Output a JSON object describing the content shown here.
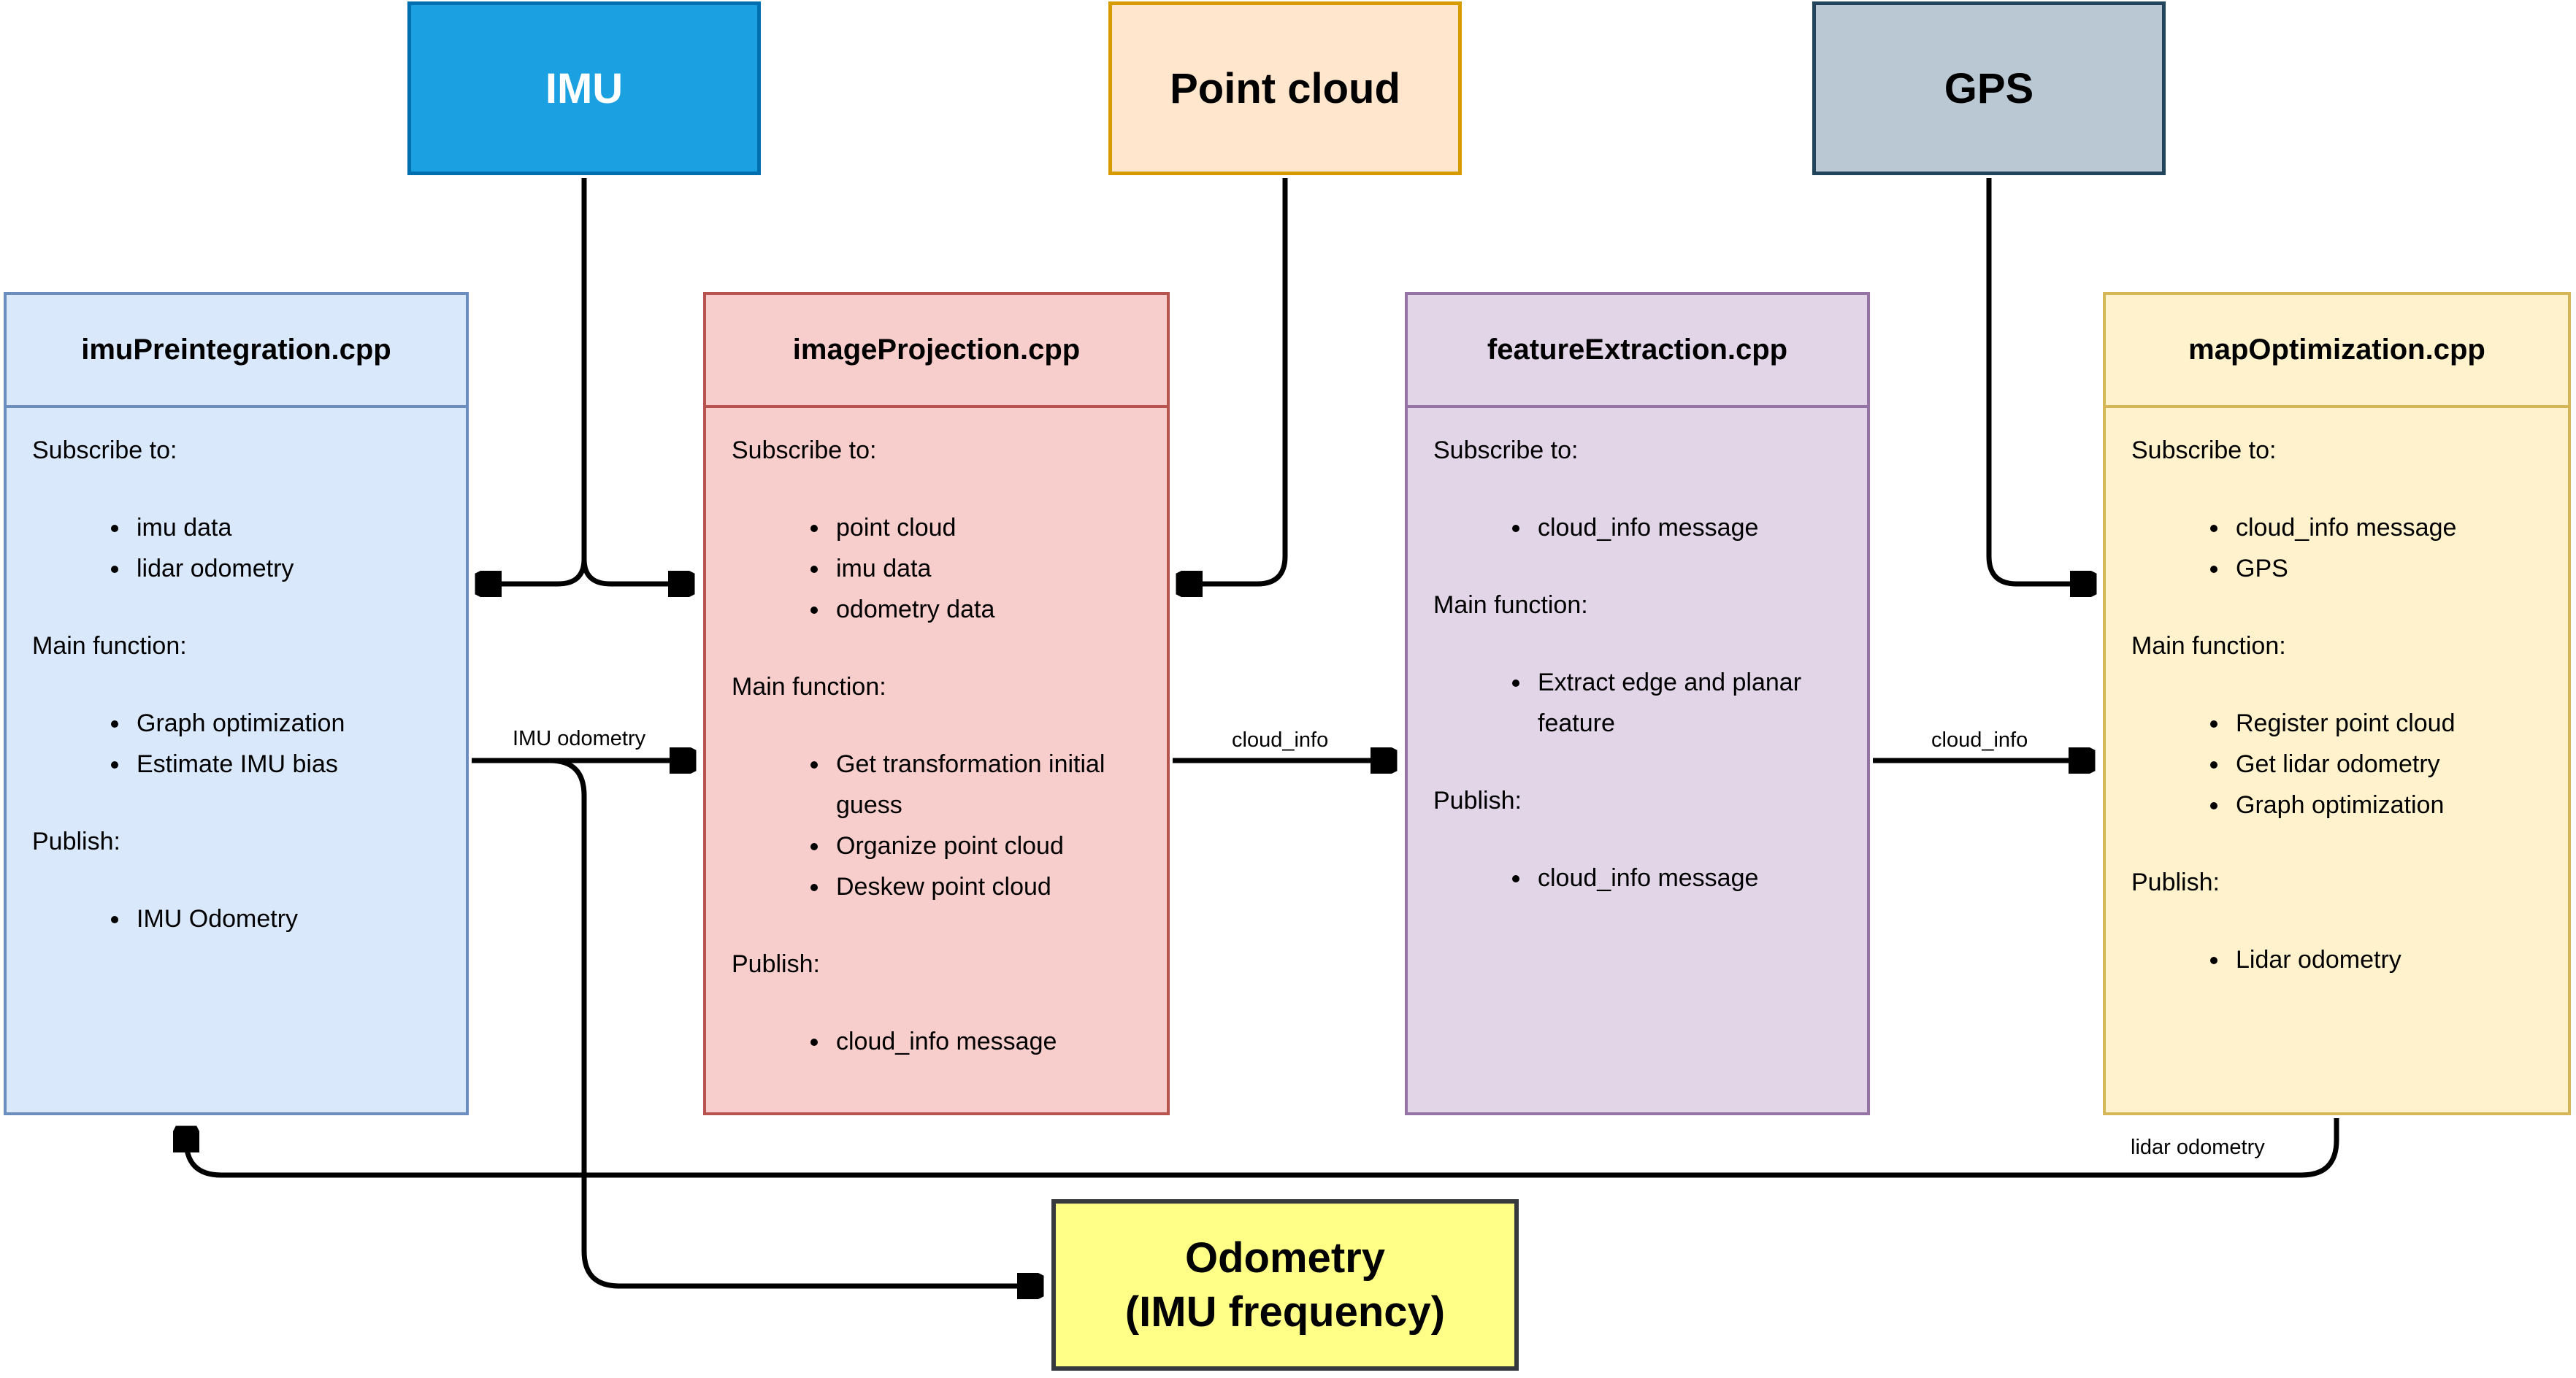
{
  "sources": [
    {
      "label": "IMU",
      "fill": "#1BA1E2",
      "border": "#006EAF",
      "text_color": "#FFFFFF"
    },
    {
      "label": "Point cloud",
      "fill": "#FFE6CC",
      "border": "#D79B00",
      "text_color": "#000000"
    },
    {
      "label": "GPS",
      "fill": "#BAC8D3",
      "border": "#23445D",
      "text_color": "#000000"
    }
  ],
  "modules": [
    {
      "title": "imuPreintegration.cpp",
      "fill": "#DAE8FC",
      "border": "#6C8EBF",
      "sections": [
        {
          "label": "Subscribe to:",
          "items": [
            "imu data",
            "lidar odometry"
          ]
        },
        {
          "label": "Main function:",
          "items": [
            "Graph optimization",
            "Estimate IMU bias"
          ]
        },
        {
          "label": "Publish:",
          "items": [
            "IMU Odometry"
          ]
        }
      ]
    },
    {
      "title": "imageProjection.cpp",
      "fill": "#F8CECC",
      "border": "#B85450",
      "sections": [
        {
          "label": "Subscribe to:",
          "items": [
            "point cloud",
            "imu data",
            "odometry data"
          ]
        },
        {
          "label": "Main function:",
          "items": [
            "Get transformation initial guess",
            "Organize point cloud",
            "Deskew point cloud"
          ]
        },
        {
          "label": "Publish:",
          "items": [
            "cloud_info message"
          ]
        }
      ]
    },
    {
      "title": "featureExtraction.cpp",
      "fill": "#E1D5E7",
      "border": "#9673A6",
      "sections": [
        {
          "label": "Subscribe to:",
          "items": [
            "cloud_info message"
          ]
        },
        {
          "label": "Main function:",
          "items": [
            "Extract edge and planar feature"
          ]
        },
        {
          "label": "Publish:",
          "items": [
            "cloud_info message"
          ]
        }
      ]
    },
    {
      "title": "mapOptimization.cpp",
      "fill": "#FFF2CC",
      "border": "#D6B656",
      "sections": [
        {
          "label": "Subscribe to:",
          "items": [
            "cloud_info message",
            "GPS"
          ]
        },
        {
          "label": "Main function:",
          "items": [
            "Register point cloud",
            "Get lidar odometry",
            "Graph optimization"
          ]
        },
        {
          "label": "Publish:",
          "items": [
            "Lidar odometry"
          ]
        }
      ]
    }
  ],
  "output_box": {
    "line1": "Odometry",
    "line2": "(IMU frequency)",
    "fill": "#FFFF88",
    "border": "#36393D"
  },
  "edge_labels": {
    "imu_odometry": "IMU odometry",
    "cloud_info_1": "cloud_info",
    "cloud_info_2": "cloud_info",
    "lidar_odometry": "lidar odometry"
  }
}
